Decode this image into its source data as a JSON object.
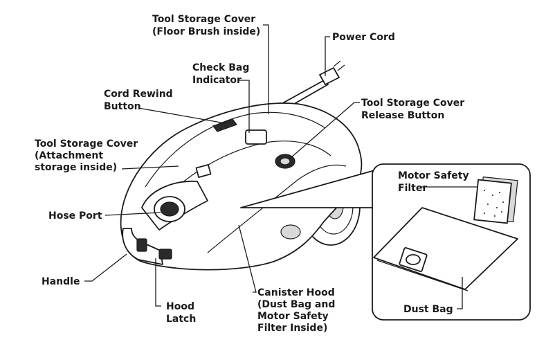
{
  "labels": {
    "floor_cover": [
      "Tool Storage Cover",
      "(Floor Brush inside)"
    ],
    "power_cord": [
      "Power Cord"
    ],
    "check_bag": [
      "Check Bag",
      "Indicator"
    ],
    "cord_rewind": [
      "Cord Rewind",
      "Button"
    ],
    "release_button": [
      "Tool Storage Cover",
      "Release Button"
    ],
    "attachment_cover": [
      "Tool Storage Cover",
      "(Attachment",
      "storage inside)"
    ],
    "motor_filter": [
      "Motor Safety",
      "Filter"
    ],
    "hose_port": [
      "Hose Port"
    ],
    "handle": [
      "Handle"
    ],
    "hood_latch": [
      "Hood",
      "Latch"
    ],
    "canister_hood": [
      "Canister Hood",
      "(Dust Bag and",
      "Motor Safety",
      "Filter Inside)"
    ],
    "dust_bag": [
      "Dust Bag"
    ]
  },
  "colors": {
    "ink": "#1a1a1a",
    "background": "#ffffff"
  }
}
